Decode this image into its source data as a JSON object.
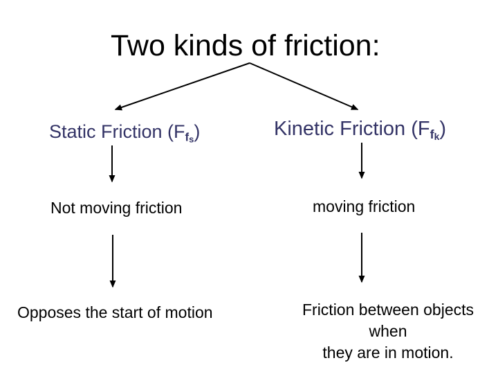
{
  "slide": {
    "title": "Two kinds of friction:",
    "left_column": {
      "heading_main": "Static Friction (F",
      "heading_sub": "f",
      "heading_subsub": "s",
      "heading_close": ")",
      "mid_label": "Not moving friction",
      "bottom_label": "Opposes the start of motion"
    },
    "right_column": {
      "heading_main": "Kinetic Friction (F",
      "heading_sub": "f",
      "heading_subsub": "k",
      "heading_close": ")",
      "mid_label": "moving friction",
      "bottom_line1": "Friction between objects when",
      "bottom_line2": "they are in motion."
    },
    "colors": {
      "heading_text": "#333366",
      "body_text": "#000000",
      "background": "#ffffff",
      "arrow": "#000000"
    }
  }
}
